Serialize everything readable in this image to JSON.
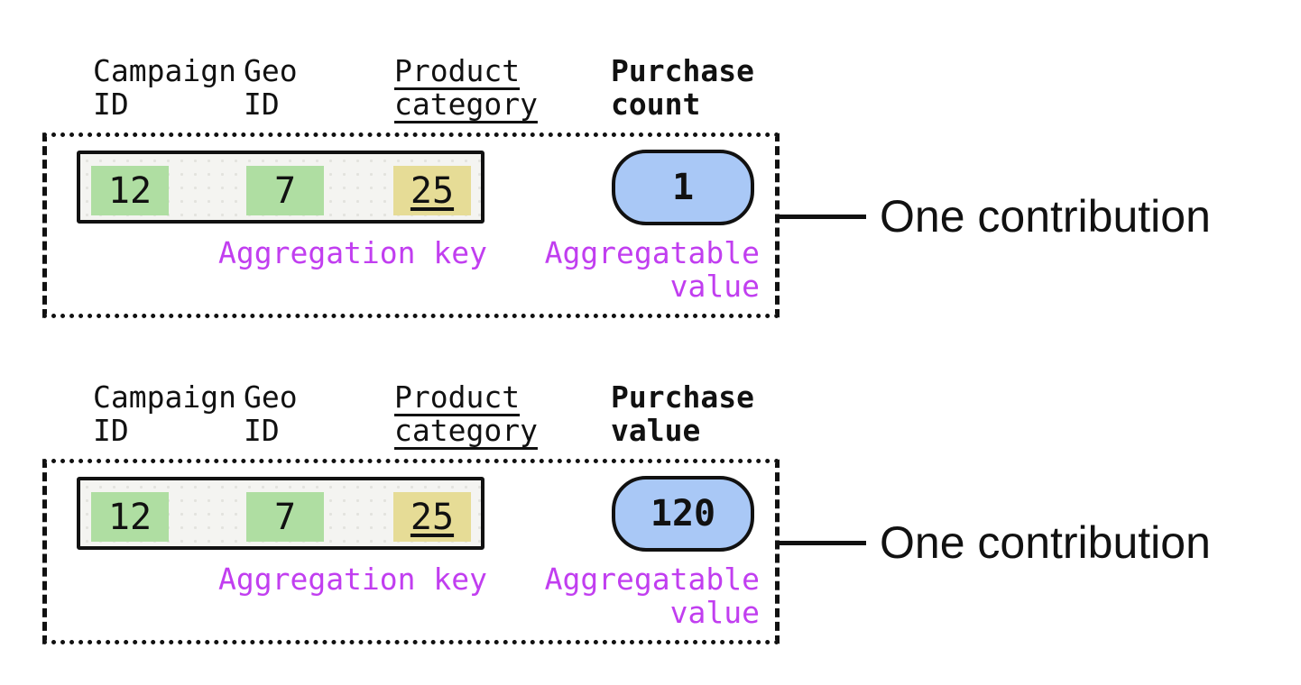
{
  "colors": {
    "highlight_green": "#afdea2",
    "highlight_yellow": "#e6dc96",
    "pill_blue": "#a9c8f6",
    "label_magenta": "#c13ef0",
    "ink": "#111111",
    "key_box_bg": "#f4f4f1"
  },
  "sections": [
    {
      "columns": {
        "campaign": "Campaign\nID",
        "geo": "Geo\nID",
        "product": "Product\ncategory",
        "metric": "Purchase\ncount"
      },
      "key_cells": {
        "campaign_id": "12",
        "geo_id": "7",
        "product_category": "25"
      },
      "aggregatable_value": "1",
      "aggregation_key_label": "Aggregation key",
      "aggregatable_value_label": "Aggregatable\nvalue",
      "annotation": "One contribution"
    },
    {
      "columns": {
        "campaign": "Campaign\nID",
        "geo": "Geo\nID",
        "product": "Product\ncategory",
        "metric": "Purchase\nvalue"
      },
      "key_cells": {
        "campaign_id": "12",
        "geo_id": "7",
        "product_category": "25"
      },
      "aggregatable_value": "120",
      "aggregation_key_label": "Aggregation key",
      "aggregatable_value_label": "Aggregatable\nvalue",
      "annotation": "One contribution"
    }
  ]
}
